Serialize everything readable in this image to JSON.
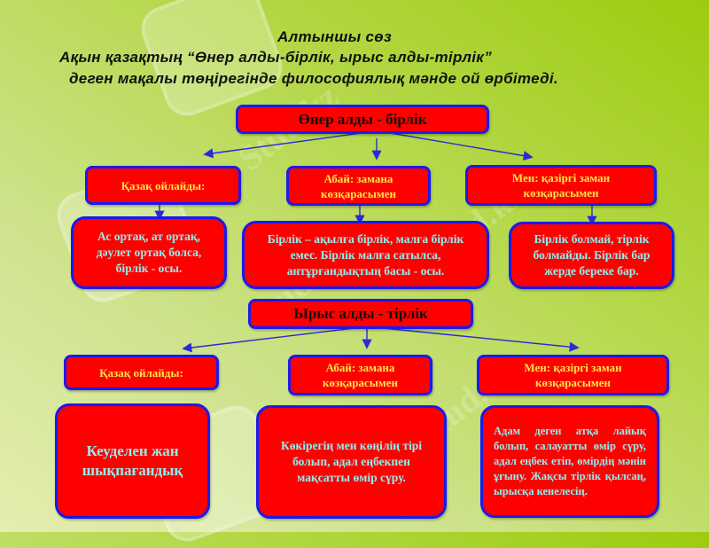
{
  "title": {
    "line1": "Алтыншы сөз",
    "line2": "Ақын  қазақтың “Өнер  алды-бірлік,  ырыс  алды-тірлік”",
    "line3": "деген  мақалы  төңірегінде  философиялық  мәнде  ой  өрбітеді."
  },
  "section1": {
    "header": "Өнер  алды - бірлік",
    "columns": [
      {
        "heading": "Қазақ  ойлайды:",
        "body": "Ас  ортақ, ат  ортақ, дәулет ортақ  болса, бірлік -  осы."
      },
      {
        "heading": "Абай:  замана көзқарасымен",
        "body": "Бірлік – ақылға бірлік, малға бірлік емес.  Бірлік малға сатылса, антұрғандықтың  басы -  осы."
      },
      {
        "heading": "Мен: қазіргі заман көзқарасымен",
        "body": "Бірлік  болмай, тірлік болмайды. Бірлік  бар жерде береке бар."
      }
    ]
  },
  "section2": {
    "header": "Ырыс  алды - тірлік",
    "columns": [
      {
        "heading": "Қазақ  ойлайды:",
        "body": "Кеуделен  жан шықпағандық"
      },
      {
        "heading": "Абай:  замана көзқарасымен",
        "body": "Көкірегің  мен  көңілің тірі  болып,  адал еңбекпен  мақсатты  өмір сүру."
      },
      {
        "heading": "Мен: қазіргі заман көзқарасымен",
        "body": "Адам  деген  атқа  лайық болып,  салауатты  өмір сүру,  адал  еңбек  етіп, өмірдің  мәнін  ұғыну. Жақсы  тірлік  қылсаң, ырысқа  кенелесің."
      }
    ]
  },
  "watermark": "Stud.kz",
  "colors": {
    "box_fill": "#ff0000",
    "box_border": "#1a1aee",
    "heading_text": "#ffe34a",
    "body_text": "#8ff0f0",
    "arrow": "#2a2ad8"
  }
}
